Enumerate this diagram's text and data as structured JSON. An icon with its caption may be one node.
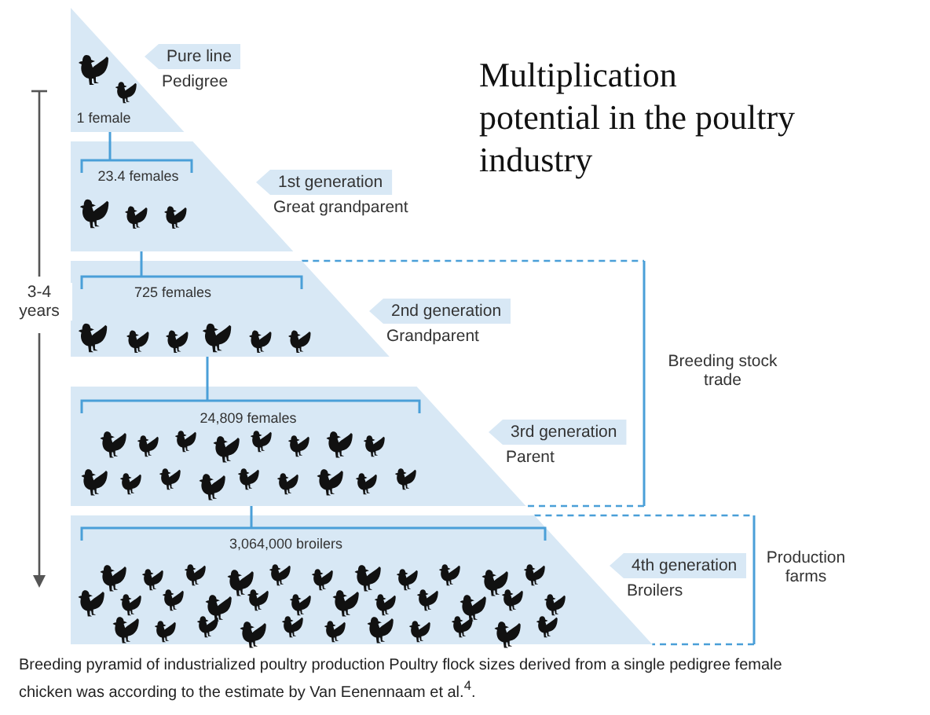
{
  "diagram": {
    "title": "Multiplication potential in the poultry industry",
    "caption": "Breeding pyramid of industrialized poultry production Poultry flock sizes derived from a single pedigree female chicken was according to the estimate by Van Eenennaam et al.$^{4}$.",
    "nodes": [
      {
        "text": [
          "1 female"
        ],
        "beside": [
          "Pure line",
          "Pedigree"
        ]
      },
      {
        "text": [
          "23.4 females"
        ],
        "beside": [
          "1st generation",
          "Great grandparent"
        ]
      },
      {
        "text": [
          "725 females"
        ],
        "beside": [
          "2nd generation",
          "Grandparent"
        ]
      },
      {
        "text": [
          "24,809 females"
        ],
        "beside": [
          "3rd generation",
          "Parent"
        ]
      },
      {
        "text": [
          "3,064,000 broilers"
        ],
        "beside": [
          "4th generation",
          "Broilers"
        ]
      }
    ],
    "edges": [
      {
        "from": 0,
        "to": 1,
        "arrow": "none"
      },
      {
        "from": 1,
        "to": 2,
        "arrow": "none"
      },
      {
        "from": 2,
        "to": 3,
        "arrow": "none"
      },
      {
        "from": 3,
        "to": 4,
        "arrow": "none"
      }
    ],
    "labels": [
      "3-4 years",
      "Breeding stock trade",
      "Production farms"
    ]
  }
}
